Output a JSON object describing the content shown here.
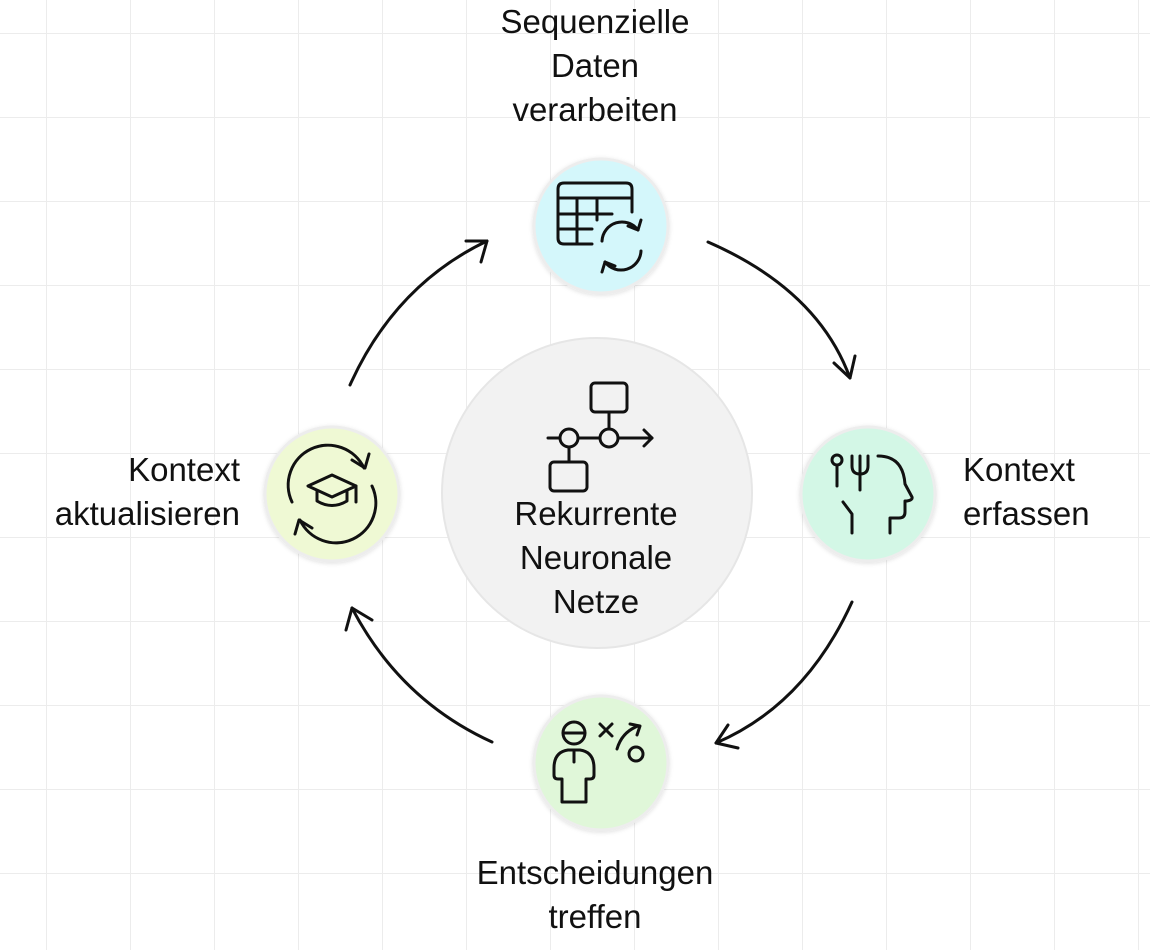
{
  "center": {
    "title": "Rekurrente\nNeuronale\nNetze",
    "icon": "flowchart-icon",
    "color": "#f2f2f2"
  },
  "steps": [
    {
      "id": "top",
      "label": "Sequenzielle\nDaten\nverarbeiten",
      "icon": "table-refresh-icon",
      "color": "#d4f7fb"
    },
    {
      "id": "right",
      "label": "Kontext\nerfassen",
      "icon": "head-tools-icon",
      "color": "#d3f7e6"
    },
    {
      "id": "bottom",
      "label": "Entscheidungen\ntreffen",
      "icon": "strategy-person-icon",
      "color": "#e0f7d9"
    },
    {
      "id": "left",
      "label": "Kontext\naktualisieren",
      "icon": "graduation-cycle-icon",
      "color": "#eff9d4"
    }
  ]
}
